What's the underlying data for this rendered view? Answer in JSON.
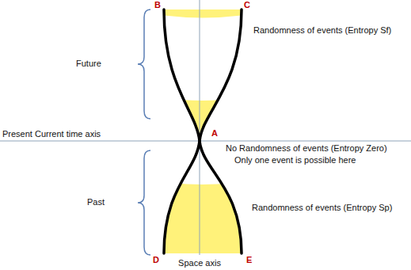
{
  "diagram": {
    "labels": [
      "B",
      "C",
      "Randomness of events (Entropy Sf)",
      "Future",
      "Present Current time axis",
      "A",
      "No Randomness of events (Entropy Zero)",
      "Only one event is possible here",
      "Past",
      "Randomness of events (Entropy Sp)",
      "D",
      "E",
      "Space axis"
    ]
  }
}
